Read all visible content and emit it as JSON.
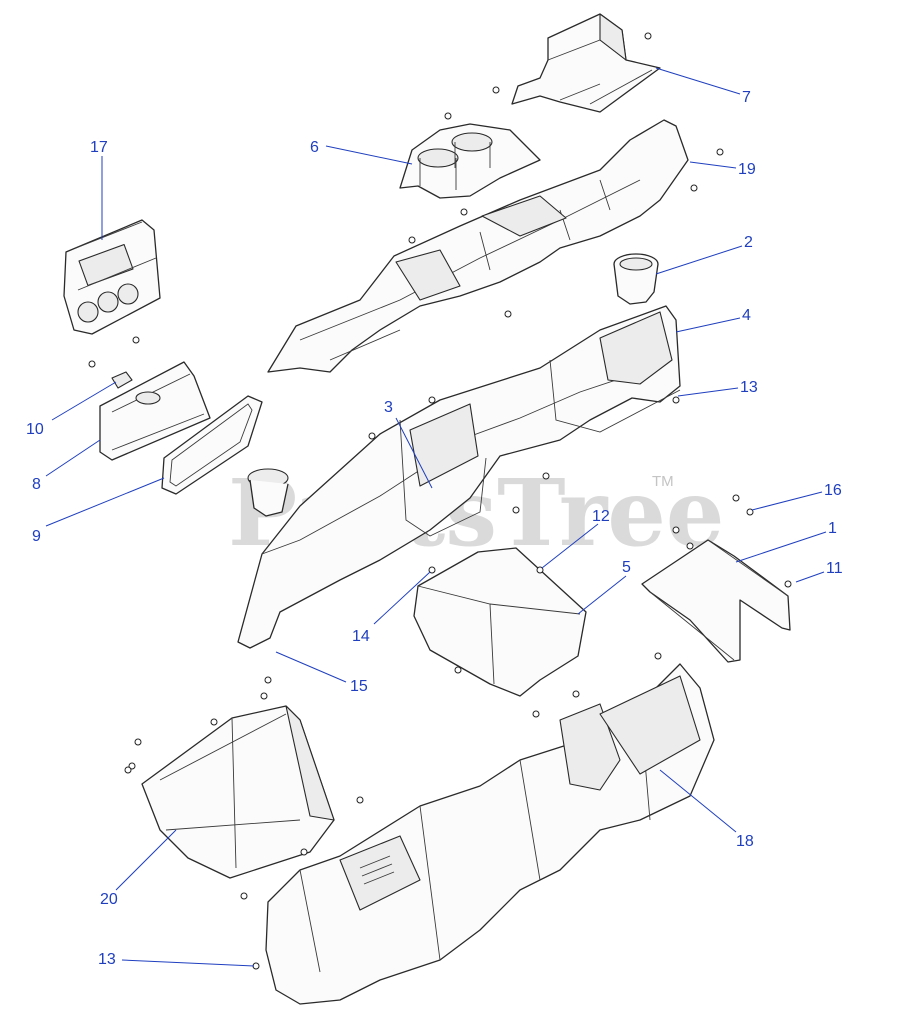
{
  "watermark": {
    "text": "PartsTree",
    "tm": "TM"
  },
  "callouts": {
    "c1": "1",
    "c2": "2",
    "c3": "3",
    "c4": "4",
    "c5": "5",
    "c6": "6",
    "c7": "7",
    "c8": "8",
    "c9": "9",
    "c10": "10",
    "c11": "11",
    "c12": "12",
    "c13a": "13",
    "c13b": "13",
    "c14": "14",
    "c15": "15",
    "c16": "16",
    "c17": "17",
    "c18": "18",
    "c19": "19",
    "c20": "20"
  },
  "colors": {
    "callout": "#1f3fbf",
    "outline": "#2a2a2a",
    "part_fill": "#fbfbfb",
    "watermark": "#bdbdbd"
  }
}
